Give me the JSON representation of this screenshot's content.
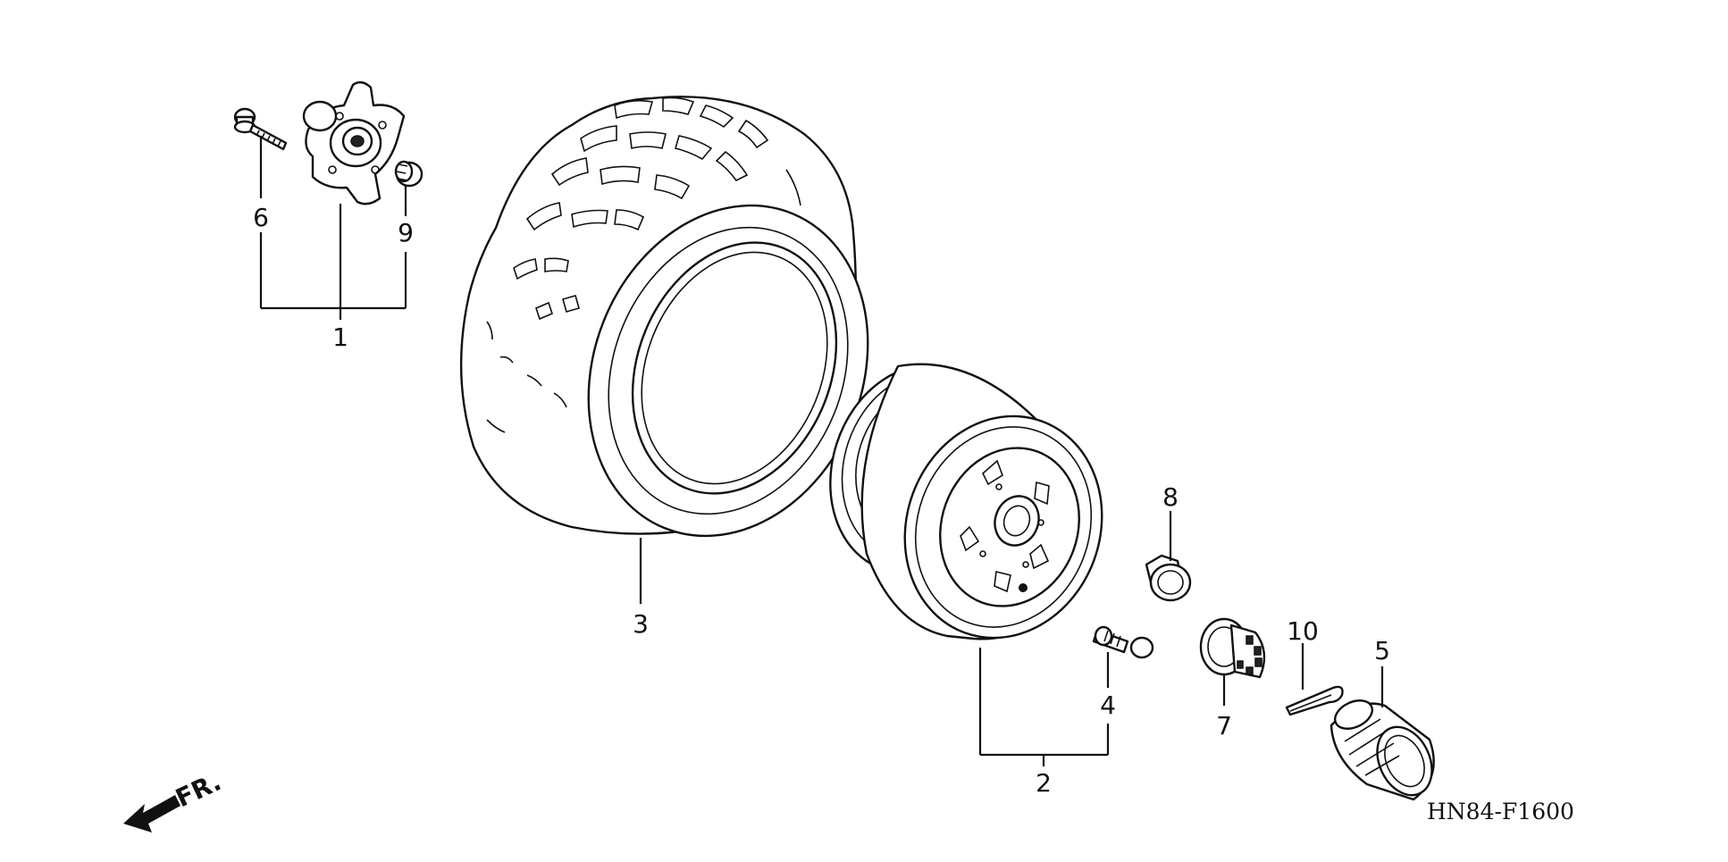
{
  "diagram": {
    "drawing_code": "HN84-F1600",
    "direction_label": "FR.",
    "callouts": [
      "1",
      "2",
      "3",
      "4",
      "5",
      "6",
      "7",
      "8",
      "9",
      "10"
    ]
  }
}
